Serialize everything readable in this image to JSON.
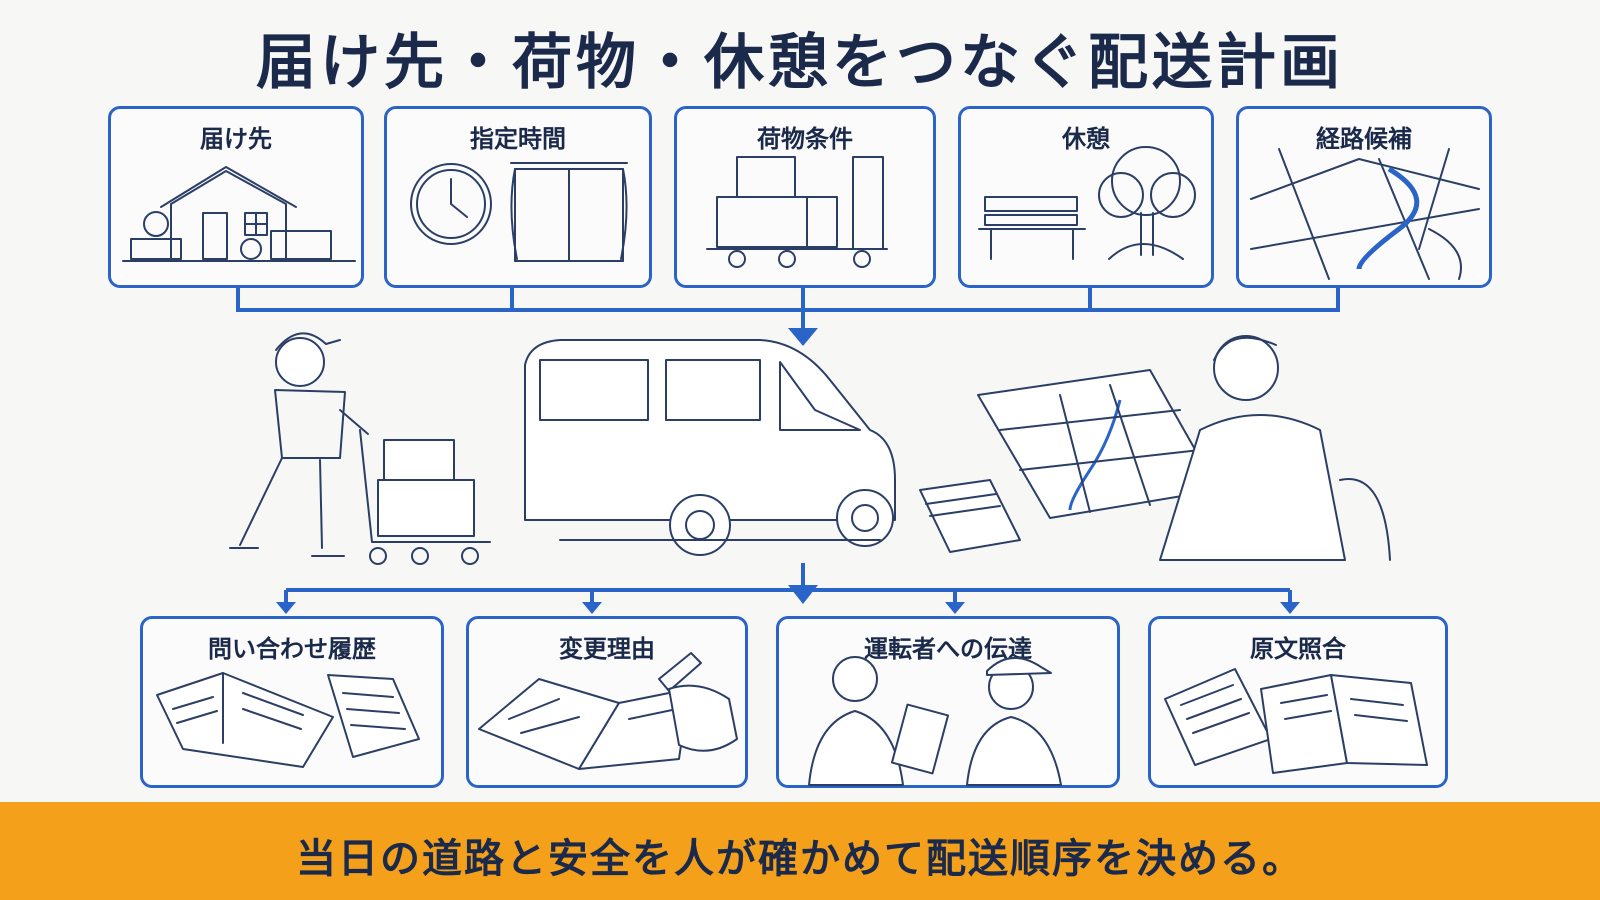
{
  "title": "届け先・荷物・休憩をつなぐ配送計画",
  "inputs": [
    {
      "label": "届け先"
    },
    {
      "label": "指定時間"
    },
    {
      "label": "荷物条件"
    },
    {
      "label": "休憩"
    },
    {
      "label": "経路候補"
    }
  ],
  "outputs": [
    {
      "label": "問い合わせ履歴"
    },
    {
      "label": "変更理由"
    },
    {
      "label": "運転者への伝達"
    },
    {
      "label": "原文照合"
    }
  ],
  "footer": "当日の道路と安全を人が確かめて配送順序を決める。",
  "colors": {
    "accent": "#2a64c8",
    "footer_bg": "#f4a01a",
    "ink": "#1b2a4a"
  }
}
